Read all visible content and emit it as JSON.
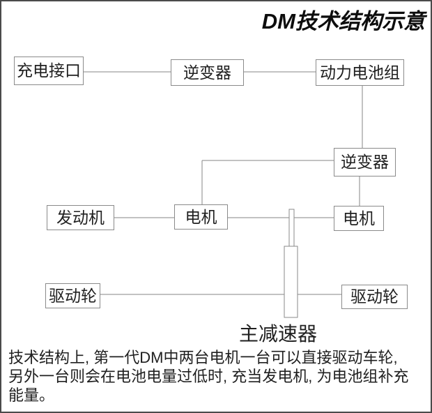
{
  "title": "DM技术结构示意",
  "diagram": {
    "boxes": [
      {
        "id": "charge-port",
        "label": "充电接口"
      },
      {
        "id": "inverter-top",
        "label": "逆变器"
      },
      {
        "id": "battery-pack",
        "label": "动力电池组"
      },
      {
        "id": "inverter-mid",
        "label": "逆变器"
      },
      {
        "id": "engine",
        "label": "发动机"
      },
      {
        "id": "motor-left",
        "label": "电机"
      },
      {
        "id": "motor-right",
        "label": "电机"
      },
      {
        "id": "wheel-left",
        "label": "驱动轮"
      },
      {
        "id": "wheel-right",
        "label": "驱动轮"
      }
    ],
    "reducer_label": "主减速器"
  },
  "caption": "技术结构上, 第一代DM中两台电机一台可以直接驱动车轮,\n另外一台则会在电池电量过低时, 充当发电机, 为电池组补充\n能量。",
  "colors": {
    "frame_border": "#4a4a4a",
    "box_border": "#8a8a8a",
    "connector_line": "#858585",
    "text": "#1f1f1f",
    "title_text": "#0d0d0d",
    "background": "#ffffff"
  }
}
